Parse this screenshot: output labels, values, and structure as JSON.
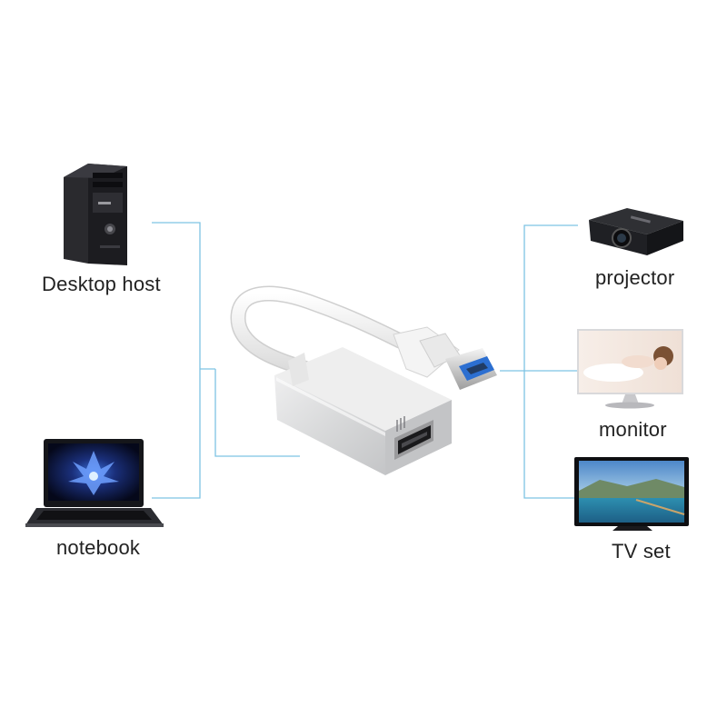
{
  "colors": {
    "connector_line": "#7ec3e3",
    "adapter_body": "#d9dadb",
    "cable": "#f2f2f2",
    "usb_blue": "#2c6fd1",
    "device_dark": "#1e1e22"
  },
  "left_devices": [
    {
      "label": "Desktop host",
      "icon": "desktop-tower-icon"
    },
    {
      "label": "notebook",
      "icon": "laptop-icon"
    }
  ],
  "right_devices": [
    {
      "label": "projector",
      "icon": "projector-icon"
    },
    {
      "label": "monitor",
      "icon": "monitor-icon"
    },
    {
      "label": "TV set",
      "icon": "tv-icon"
    }
  ],
  "adapter": {
    "icon": "usb-to-hdmi-adapter-icon",
    "port_icon": "hdmi-port-icon",
    "plug_icon": "usb-plug-icon"
  }
}
